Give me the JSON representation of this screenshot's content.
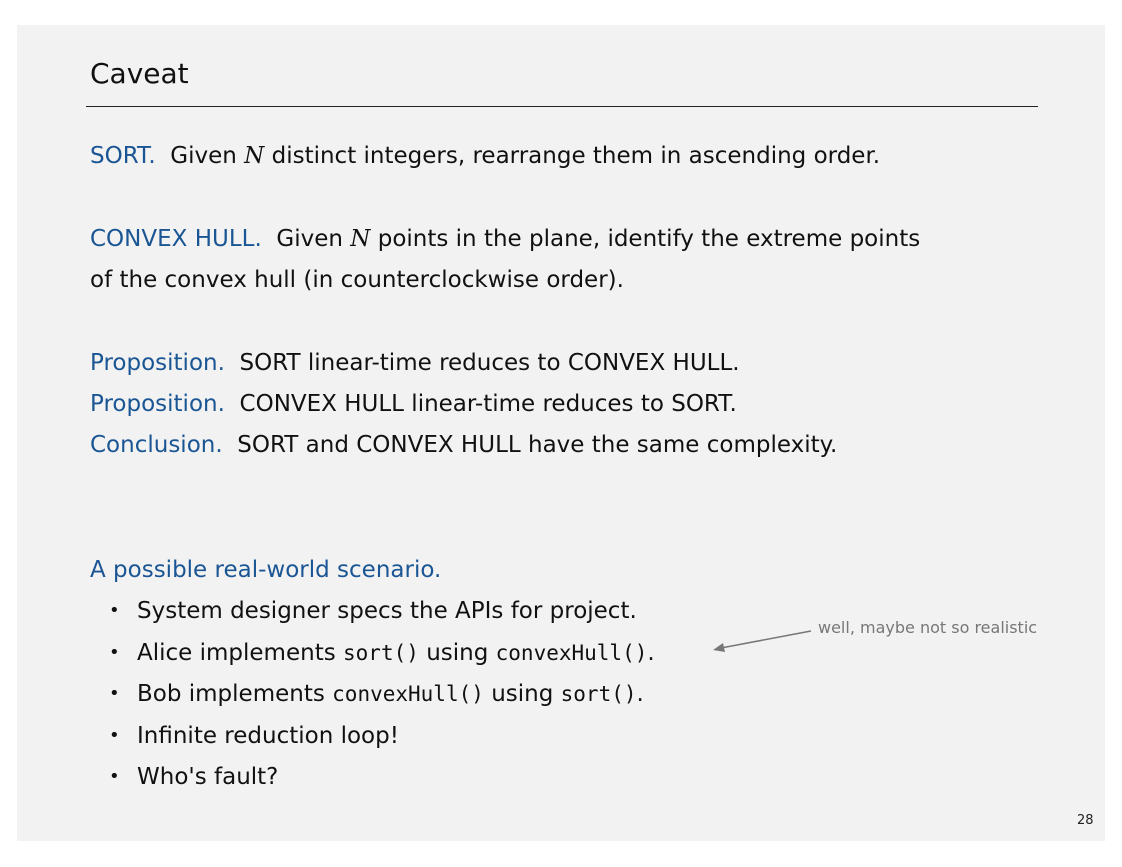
{
  "slide": {
    "title": "Caveat",
    "sort_def": {
      "label": "SORT.",
      "pre": "Given",
      "var": "N",
      "post": "distinct integers, rearrange them in ascending order."
    },
    "hull_def": {
      "label": "CONVEX HULL.",
      "pre": "Given",
      "var": "N",
      "post": "points in the plane, identify the extreme points",
      "line2": "of the convex hull (in counterclockwise order)."
    },
    "props": [
      {
        "label": "Proposition.",
        "text": "SORT linear-time reduces to CONVEX HULL."
      },
      {
        "label": "Proposition.",
        "text": "CONVEX HULL linear-time reduces to SORT."
      },
      {
        "label": "Conclusion.",
        "text": "SORT and CONVEX HULL have the same complexity."
      }
    ],
    "scenario_heading": "A possible real-world scenario.",
    "bullets": {
      "b1": "System designer specs the APIs for project.",
      "b2_a": "Alice implements",
      "b2_code1": "sort()",
      "b2_b": "using",
      "b2_code2": "convexHull()",
      "b2_c": ".",
      "b3_a": "Bob implements",
      "b3_code1": "convexHull()",
      "b3_b": "using",
      "b3_code2": "sort()",
      "b3_c": ".",
      "b4": "Infinite reduction loop!",
      "b5": "Who's fault?"
    },
    "note": "well, maybe not so realistic",
    "page_number": "28",
    "bullet_glyph": "•"
  },
  "colors": {
    "keyword": "#1a5594",
    "note": "#777777",
    "background": "#f2f2f2"
  }
}
